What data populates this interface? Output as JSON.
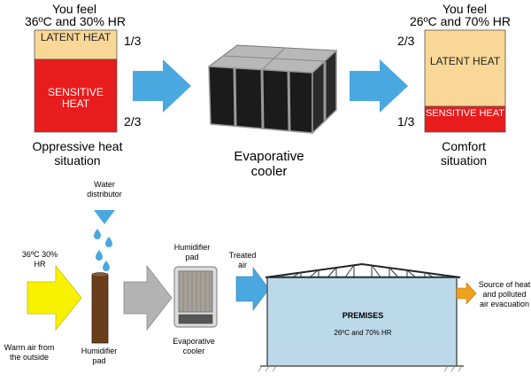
{
  "top": {
    "left_feel": "You feel",
    "left_cond": "36ºC and 30% HR",
    "left_latent": "LATENT HEAT",
    "left_sensitive": "SENSITIVE HEAT",
    "left_frac_top": "1/3",
    "left_frac_bottom": "2/3",
    "left_caption": "Oppressive heat situation",
    "center_caption": "Evaporative cooler",
    "right_feel": "You feel",
    "right_cond": "26ºC and 70% HR",
    "right_latent": "LATENT HEAT",
    "right_sensitive": "SENSITIVE HEAT",
    "right_frac_top": "2/3",
    "right_frac_bottom": "1/3",
    "right_caption": "Comfort situation"
  },
  "bottom": {
    "water_distributor": "Water distributor",
    "outside_cond": "36ºC 30% HR",
    "warm_air": "Warm air from the outside",
    "humidifier_pad_bottom": "Humidifier pad",
    "humidifier_pad_top": "Humidifier pad",
    "evaporative_cooler": "Evaporative cooler",
    "treated_air": "Treated air",
    "premises_title": "PREMISES",
    "premises_cond": "26ºC and 70% HR",
    "source_label": "Source of heat and polluted air evacuation"
  },
  "colors": {
    "latent": "#f9d796",
    "sensitive": "#e81c1c",
    "arrow_blue": "#4aa8e0",
    "arrow_yellow": "#f8f200",
    "arrow_grey": "#b3b3b3",
    "pad_brown": "#6b3e1b",
    "building": "#bcd9e9",
    "source_arrow": "#f0a020"
  }
}
